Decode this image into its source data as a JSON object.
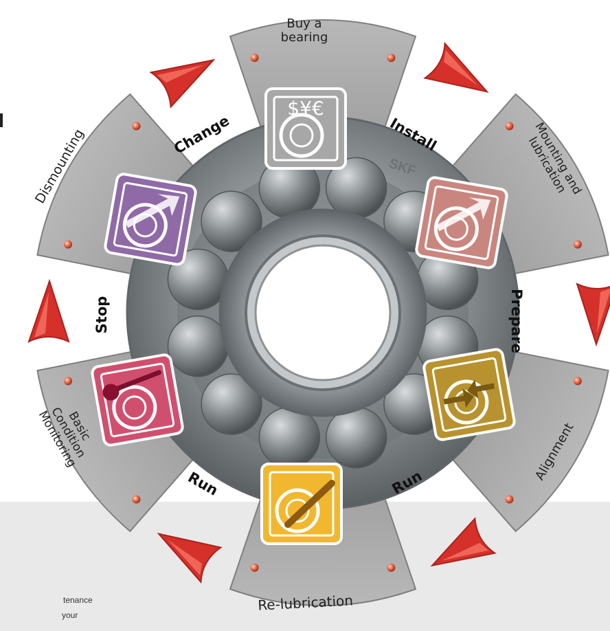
{
  "cycle": {
    "stages": [
      {
        "label_lines": [
          "Buy a",
          "bearing"
        ],
        "icon": "currency-bearing-icon",
        "color": "#a7a7a7"
      },
      {
        "label_lines": [
          "Mounting and",
          "lubrication"
        ],
        "icon": "mounting-arrow-icon",
        "color": "#c9867e"
      },
      {
        "label_lines": [
          "Alignment"
        ],
        "icon": "alignment-arrows-icon",
        "color": "#b7922f"
      },
      {
        "label_lines": [
          "Re-lubrication"
        ],
        "icon": "grease-gun-icon",
        "color": "#f1b72f"
      },
      {
        "label_lines": [
          "Basic",
          "Condition",
          "Monitoring"
        ],
        "icon": "thermometer-icon",
        "color": "#d14f6e"
      },
      {
        "label_lines": [
          "Dismounting"
        ],
        "icon": "dismounting-arrow-icon",
        "color": "#8f6aa6"
      }
    ],
    "phases": [
      "Install",
      "Prepare",
      "Run",
      "Run",
      "Stop",
      "Change"
    ],
    "colors": {
      "petal": "#a9a9a9",
      "petal_edge": "#7f7f7f",
      "arrow": "#d6302a",
      "arrow_dark": "#a8221c",
      "dot": "#d9553a",
      "ring": "#8a8f92",
      "ring_dark": "#5f6568",
      "ball": "#7c8285",
      "phase_text": "#111111"
    }
  },
  "bearing": {
    "brand_mark": "SKF",
    "symbols": "$¥€"
  },
  "footer": {
    "text_lines": [
      "tenance",
      "your"
    ]
  }
}
